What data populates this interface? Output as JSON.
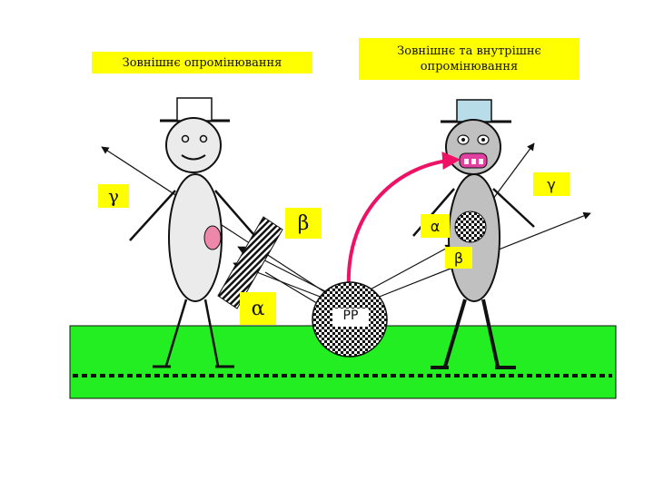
{
  "titles": {
    "external": "Зовнішнє опромінювання",
    "external_internal": "Зовнішнє та внутрішнє\nопромінювання"
  },
  "symbols": {
    "gamma_left": "γ",
    "beta_left": "β",
    "alpha_left": "α",
    "gamma_right": "γ",
    "alpha_right": "α",
    "beta_right": "β"
  },
  "source": {
    "label": "РР"
  },
  "colors": {
    "label_background": "#ffff00",
    "ground": "#22ee22",
    "contamination_arrow": "#ee1166",
    "left_hat": "#ffffff",
    "right_hat": "#b8dde8",
    "right_person": "#c0c0c0",
    "left_person": "#ebebeb",
    "mouth": "#e040a0"
  }
}
